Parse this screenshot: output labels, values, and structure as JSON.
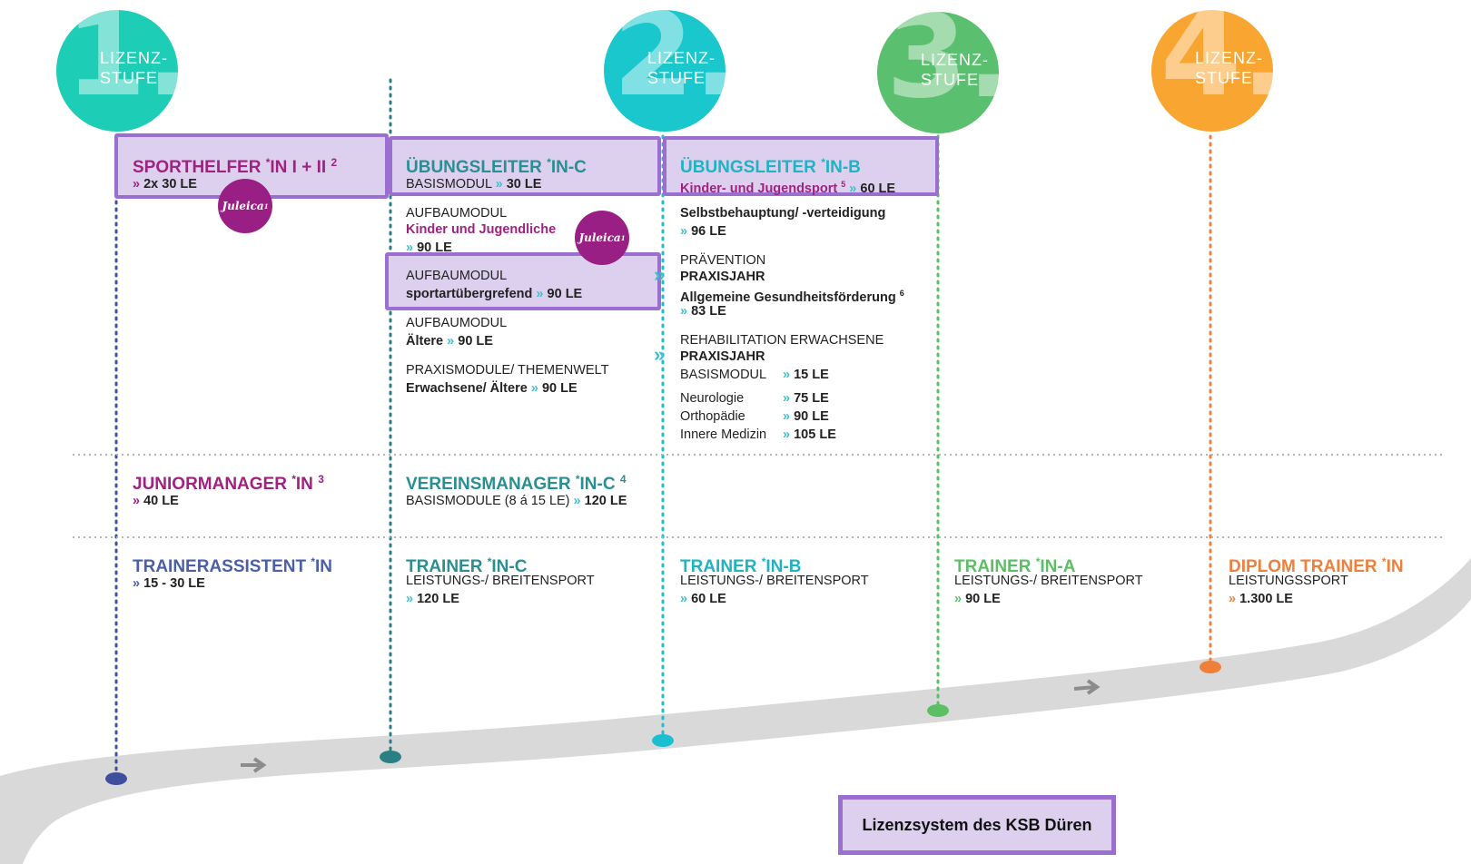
{
  "stages": [
    {
      "num": "1.",
      "line1": "LIZENZ-",
      "line2": "STUFE",
      "color": "#1ecdb6"
    },
    {
      "num": "2.",
      "line1": "LIZENZ-",
      "line2": "STUFE",
      "color": "#19c7cc"
    },
    {
      "num": "3.",
      "line1": "LIZENZ-",
      "line2": "STUFE",
      "color": "#5abf6e"
    },
    {
      "num": "4.",
      "line1": "LIZENZ-",
      "line2": "STUFE",
      "color": "#f9a531"
    }
  ],
  "chevron": "»",
  "chevron_double": "»",
  "juleica": {
    "text": "Juleica",
    "sup": "1"
  },
  "col1": {
    "sporthelfer": {
      "title": "SPORTHELFER ",
      "star": "*",
      "title2": "IN I + II ",
      "sup": "2",
      "le": "2x 30 LE"
    },
    "juniormanager": {
      "title": "JUNIORMANAGER ",
      "star": "*",
      "title2": "IN ",
      "sup": "3",
      "le": "40 LE"
    },
    "trainerassistent": {
      "title": "TRAINERASSISTENT ",
      "star": "*",
      "title2": "IN",
      "le": "15 - 30 LE"
    }
  },
  "col2": {
    "uebungsleiter_c": {
      "title": "ÜBUNGSLEITER ",
      "star": "*",
      "title2": "IN-C",
      "basis": "BASISMODUL",
      "basis_le": "30 LE"
    },
    "aufbau1": {
      "label": "AUFBAUMODUL",
      "name": "Kinder und Jugendliche",
      "le": "90 LE"
    },
    "aufbau2": {
      "label": "AUFBAUMODUL",
      "name": "sportartübergrefend",
      "le": "90 LE"
    },
    "aufbau3": {
      "label": "AUFBAUMODUL",
      "name": "Ältere",
      "le": "90 LE"
    },
    "praxis": {
      "label": "PRAXISMODULE/ THEMENWELT",
      "name": "Erwachsene/ Ältere",
      "le": "90 LE"
    },
    "vereinsmanager": {
      "title": "VEREINSMANAGER ",
      "star": "*",
      "title2": "IN-C ",
      "sup": "4",
      "sub": "BASISMODULE (8 á 15 LE)",
      "le": "120 LE"
    },
    "trainer_c": {
      "title": "TRAINER ",
      "star": "*",
      "title2": "IN-C",
      "sub": "LEISTUNGS-/ BREITENSPORT",
      "le": "120 LE"
    }
  },
  "col3": {
    "uebungsleiter_b": {
      "title": "ÜBUNGSLEITER ",
      "star": "*",
      "title2": "IN-B",
      "sub": "Kinder- und Jugendsport ",
      "sup": "5",
      "le": "60 LE"
    },
    "selbst": {
      "name": "Selbstbehauptung/ -verteidigung",
      "le": "96 LE"
    },
    "praevention": {
      "label": "PRÄVENTION",
      "praxis": "PRAXISJAHR",
      "name": "Allgemeine Gesundheitsförderung ",
      "sup": "6",
      "le": "83 LE"
    },
    "reha": {
      "label": "REHABILITATION ERWACHSENE",
      "praxis": "PRAXISJAHR",
      "rows": [
        {
          "name": "BASISMODUL",
          "le": "15 LE"
        },
        {
          "name": "Neurologie",
          "le": "75 LE"
        },
        {
          "name": "Orthopädie",
          "le": "90 LE"
        },
        {
          "name": "Innere Medizin",
          "le": "105 LE"
        }
      ]
    },
    "trainer_b": {
      "title": "TRAINER ",
      "star": "*",
      "title2": "IN-B",
      "sub": "LEISTUNGS-/ BREITENSPORT",
      "le": "60 LE"
    }
  },
  "col4": {
    "trainer_a": {
      "title": "TRAINER ",
      "star": "*",
      "title2": "IN-A",
      "sub": "LEISTUNGS-/ BREITENSPORT",
      "le": "90 LE"
    }
  },
  "col5": {
    "diplom": {
      "title": "DIPLOM TRAINER ",
      "star": "*",
      "title2": "IN",
      "sub": "LEISTUNGSSPORT",
      "le": "1.300 LE"
    }
  },
  "footer": "Lizenzsystem des KSB Düren",
  "colors": {
    "road": "#d9d9d9",
    "highlight_fill": "#ddd0ef",
    "highlight_border": "#9b6fcf",
    "magenta": "#a0227f",
    "teal": "#2a8f93",
    "blue": "#4a5fa8",
    "cyan": "#1fb3c3",
    "green": "#5cbf63",
    "orange": "#f07f3a"
  }
}
